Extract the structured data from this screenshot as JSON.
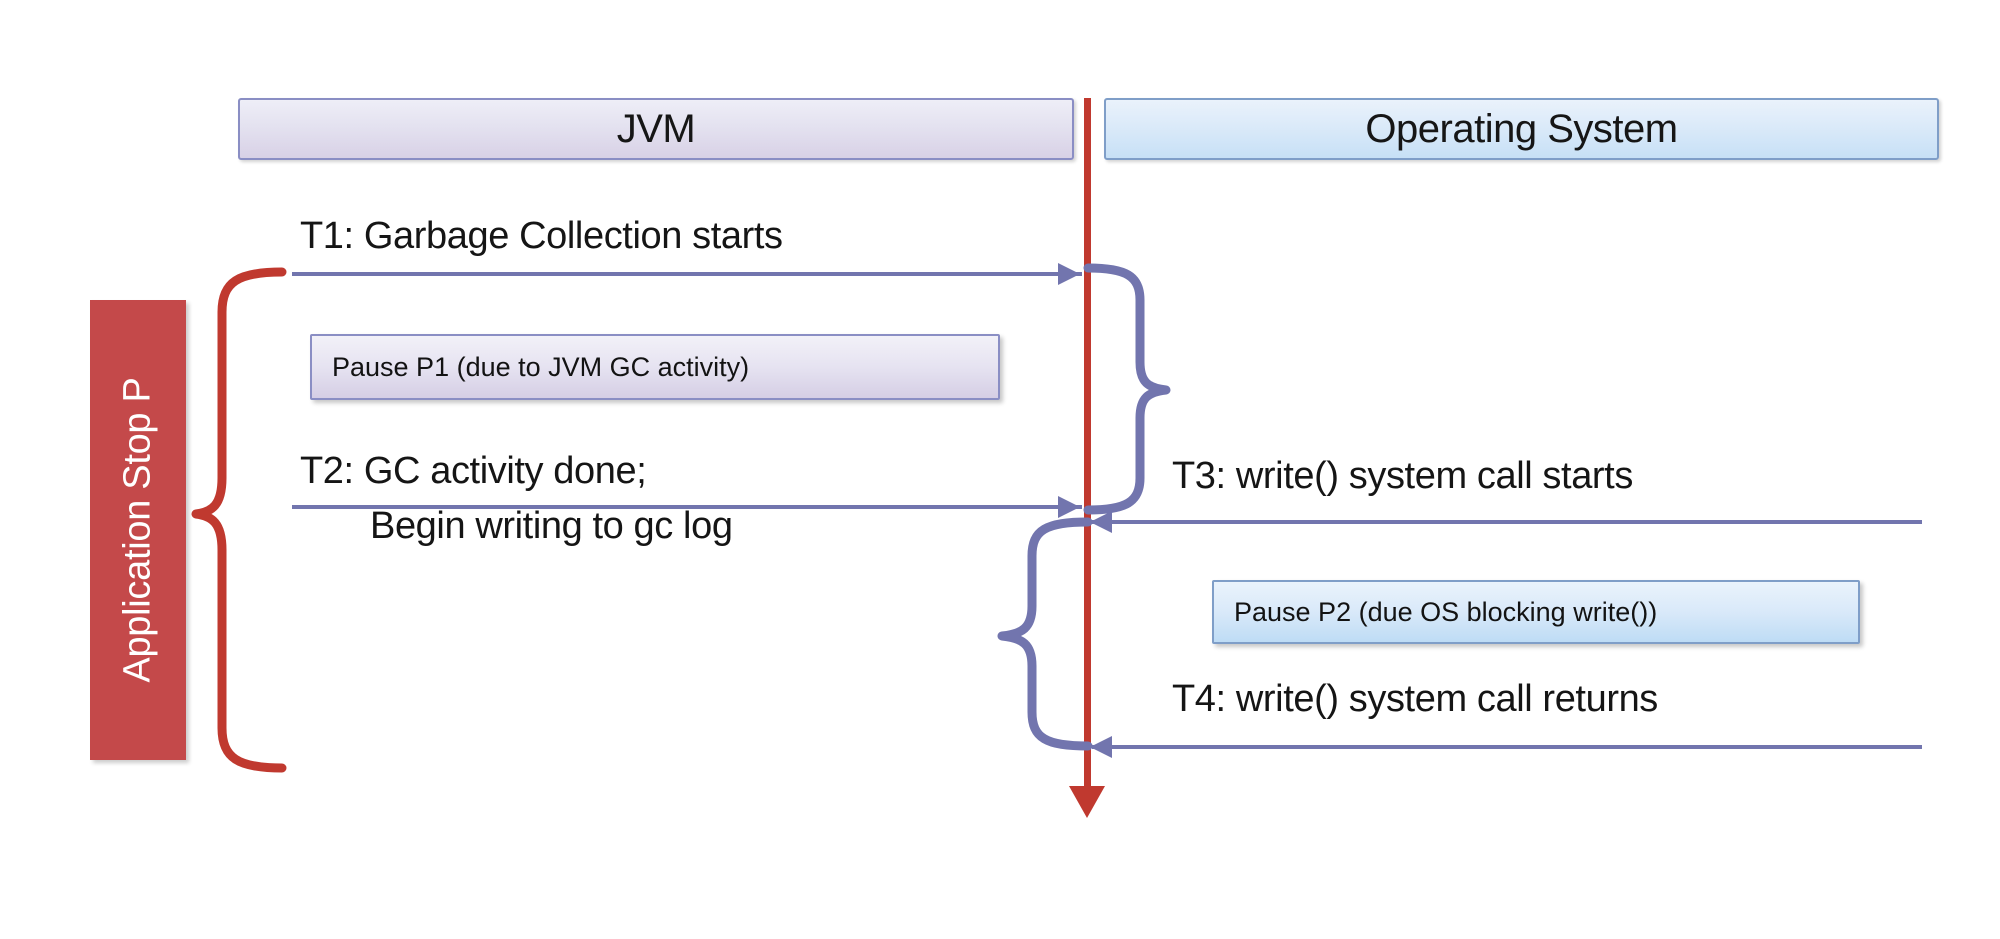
{
  "diagram": {
    "title": "JVM and Operating System pause sequence diagram",
    "participants": [
      {
        "id": "jvm",
        "label": "JVM"
      },
      {
        "id": "os",
        "label": "Operating System"
      }
    ],
    "messages": [
      {
        "id": "T1",
        "label": "T1: Garbage Collection starts",
        "from": "jvm",
        "to": "os",
        "direction": "right"
      },
      {
        "id": "T2a",
        "label": "T2: GC activity done;",
        "from": "jvm",
        "to": "os",
        "direction": "right"
      },
      {
        "id": "T2b",
        "label": "Begin writing to gc log",
        "from": "jvm",
        "to": "os",
        "direction": "right"
      },
      {
        "id": "T3",
        "label": "T3: write() system call starts",
        "from": "os",
        "to": "jvm",
        "direction": "left"
      },
      {
        "id": "T4",
        "label": "T4: write() system call returns",
        "from": "os",
        "to": "jvm",
        "direction": "left"
      }
    ],
    "notes": [
      {
        "id": "P1",
        "label": "Pause P1 (due to JVM GC activity)",
        "side": "jvm"
      },
      {
        "id": "P2",
        "label": "Pause P2 (due OS blocking write())",
        "side": "os"
      }
    ],
    "annotation": {
      "label": "Application Stop P"
    },
    "colors": {
      "lifeline_red": "#c0392f",
      "stop_bar_red": "#c4494a",
      "brace_purple": "#7275ae",
      "jvm_border": "#8a8ec4",
      "os_border": "#7f9ec8",
      "message_line": "#7275ae"
    }
  }
}
